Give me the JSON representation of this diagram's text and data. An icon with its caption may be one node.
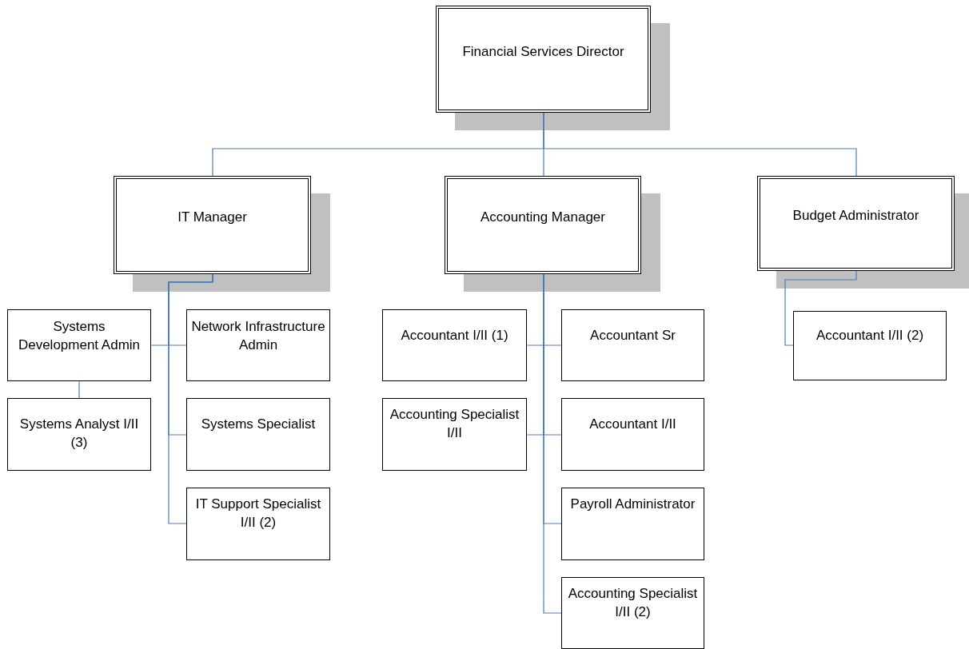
{
  "diagram": {
    "nodes": [
      {
        "text": [
          "Financial Services Director"
        ]
      },
      {
        "text": [
          "IT Manager"
        ]
      },
      {
        "text": [
          "Accounting Manager"
        ]
      },
      {
        "text": [
          "Budget Administrator"
        ]
      },
      {
        "text": [
          "Systems Development Admin"
        ]
      },
      {
        "text": [
          "Network Infrastructure Admin"
        ]
      },
      {
        "text": [
          "Systems Analyst I/II (3)"
        ]
      },
      {
        "text": [
          "Systems Specialist"
        ]
      },
      {
        "text": [
          "IT Support Specialist I/II (2)"
        ]
      },
      {
        "text": [
          "Accountant I/II (1)"
        ]
      },
      {
        "text": [
          "Accountant Sr"
        ]
      },
      {
        "text": [
          "Accounting Specialist I/II"
        ]
      },
      {
        "text": [
          "Accountant I/II"
        ]
      },
      {
        "text": [
          "Payroll Administrator"
        ]
      },
      {
        "text": [
          "Accounting Specialist I/II (2)"
        ]
      },
      {
        "text": [
          "Accountant I/II (2)"
        ]
      }
    ],
    "edges": [
      {
        "from": 0,
        "to": 1,
        "arrow": "none"
      },
      {
        "from": 0,
        "to": 2,
        "arrow": "none"
      },
      {
        "from": 0,
        "to": 3,
        "arrow": "none"
      },
      {
        "from": 1,
        "to": 4,
        "arrow": "none"
      },
      {
        "from": 1,
        "to": 5,
        "arrow": "none"
      },
      {
        "from": 1,
        "to": 7,
        "arrow": "none"
      },
      {
        "from": 1,
        "to": 8,
        "arrow": "none"
      },
      {
        "from": 4,
        "to": 6,
        "arrow": "none"
      },
      {
        "from": 2,
        "to": 9,
        "arrow": "none"
      },
      {
        "from": 2,
        "to": 10,
        "arrow": "none"
      },
      {
        "from": 2,
        "to": 11,
        "arrow": "none"
      },
      {
        "from": 2,
        "to": 12,
        "arrow": "none"
      },
      {
        "from": 2,
        "to": 13,
        "arrow": "none"
      },
      {
        "from": 2,
        "to": 14,
        "arrow": "none"
      },
      {
        "from": 3,
        "to": 15,
        "arrow": "none"
      }
    ]
  }
}
